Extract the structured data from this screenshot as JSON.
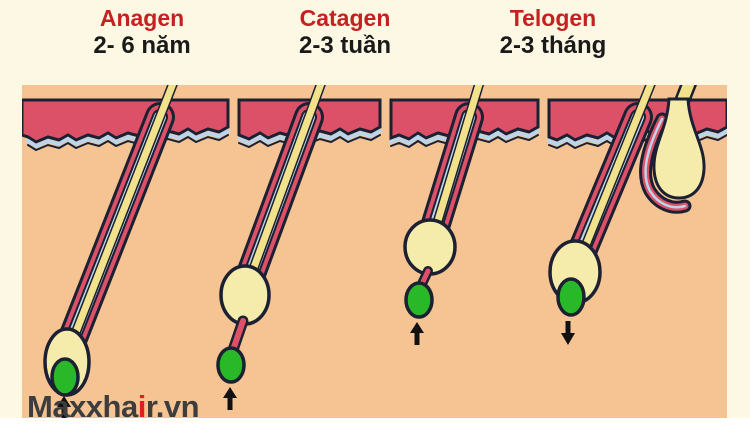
{
  "title": "Hair growth cycle diagram",
  "colors": {
    "page_bg": "#FCF8E4",
    "lower_bg": "#FFFFFF",
    "panel": "#F5C492",
    "skin": "#DC5168",
    "outline": "#1B2032",
    "blue": "#BCD5E8",
    "hair": "#F1E28B",
    "bulb": "#F5ECAC",
    "papilla": "#28B828",
    "phase_name": "#C52121",
    "phase_duration": "#1A1A1A",
    "logo_text": "#3D3D3D",
    "logo_accent": "#DD1F1F",
    "arrow": "#111111"
  },
  "phases": [
    {
      "name": "Anagen",
      "duration": "2- 6 năm"
    },
    {
      "name": "Catagen",
      "duration": "2-3 tuần"
    },
    {
      "name": "Telogen",
      "duration": "2-3 tháng"
    }
  ],
  "diagram": {
    "stages": [
      {
        "stage": "anagen",
        "papilla": "inside bulb",
        "arrow": "up"
      },
      {
        "stage": "catagen-early",
        "papilla": "detached below bulb",
        "arrow": "up"
      },
      {
        "stage": "catagen-late",
        "papilla": "attached under bulb",
        "arrow": "up"
      },
      {
        "stage": "telogen",
        "papilla": "inside new bulb, club hair at surface",
        "arrow": "down"
      }
    ]
  },
  "logo": {
    "text": "Maxxhair.vn",
    "prefix": "Maxxha",
    "accent": "i",
    "suffix": "r.vn"
  }
}
